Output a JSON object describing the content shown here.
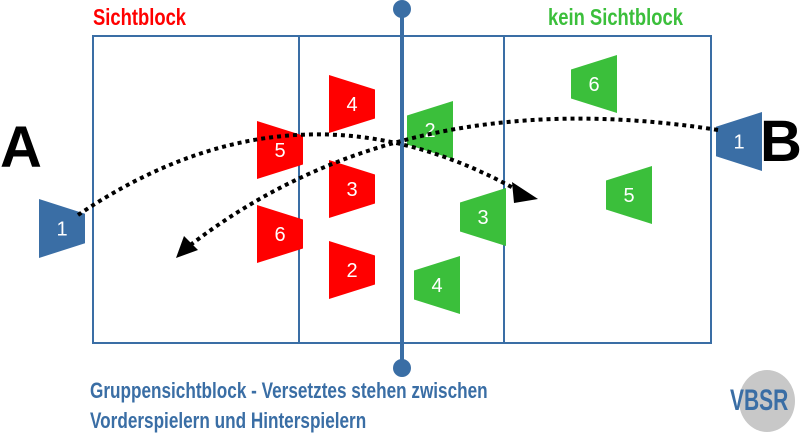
{
  "title_left": "Sichtblock",
  "title_right": "kein Sichtblock",
  "team_a": "A",
  "team_b": "B",
  "caption_line1": "Gruppensichtblock - Versetztes stehen zwischen",
  "caption_line2": "Vorderspielern und Hinterspielern",
  "logo_text": "VBSR",
  "colors": {
    "court": "#3a6ea5",
    "red": "#ff0000",
    "green": "#3bbf3b",
    "blue": "#3a6ea5"
  },
  "players": {
    "red": [
      "4",
      "5",
      "3",
      "6",
      "2"
    ],
    "green": [
      "2",
      "6",
      "3",
      "5",
      "4"
    ],
    "server_a": "1",
    "server_b": "1"
  }
}
